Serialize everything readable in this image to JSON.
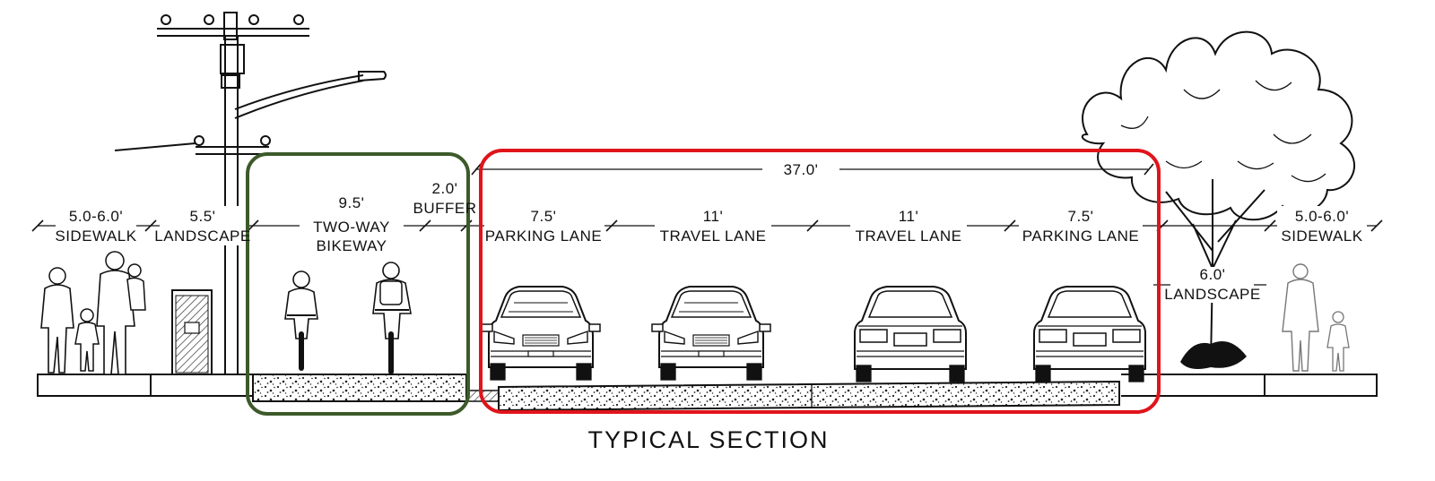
{
  "section_title": "TYPICAL SECTION",
  "overall_width": "37.0'",
  "segments": [
    {
      "dim": "5.0-6.0'",
      "name": "SIDEWALK"
    },
    {
      "dim": "5.5'",
      "name": "LANDSCAPE"
    },
    {
      "dim": "9.5'",
      "name": "TWO-WAY",
      "name2": "BIKEWAY"
    },
    {
      "dim": "2.0'",
      "name": "BUFFER"
    },
    {
      "dim": "7.5'",
      "name": "PARKING LANE"
    },
    {
      "dim": "11'",
      "name": "TRAVEL LANE"
    },
    {
      "dim": "11'",
      "name": "TRAVEL LANE"
    },
    {
      "dim": "7.5'",
      "name": "PARKING LANE"
    },
    {
      "dim": "6.0'",
      "name": "LANDSCAPE"
    },
    {
      "dim": "5.0-6.0'",
      "name": "SIDEWALK"
    }
  ],
  "colors": {
    "bikeway_highlight": "#3d5a2a",
    "roadway_highlight": "#e0141b",
    "linework": "#111111"
  }
}
